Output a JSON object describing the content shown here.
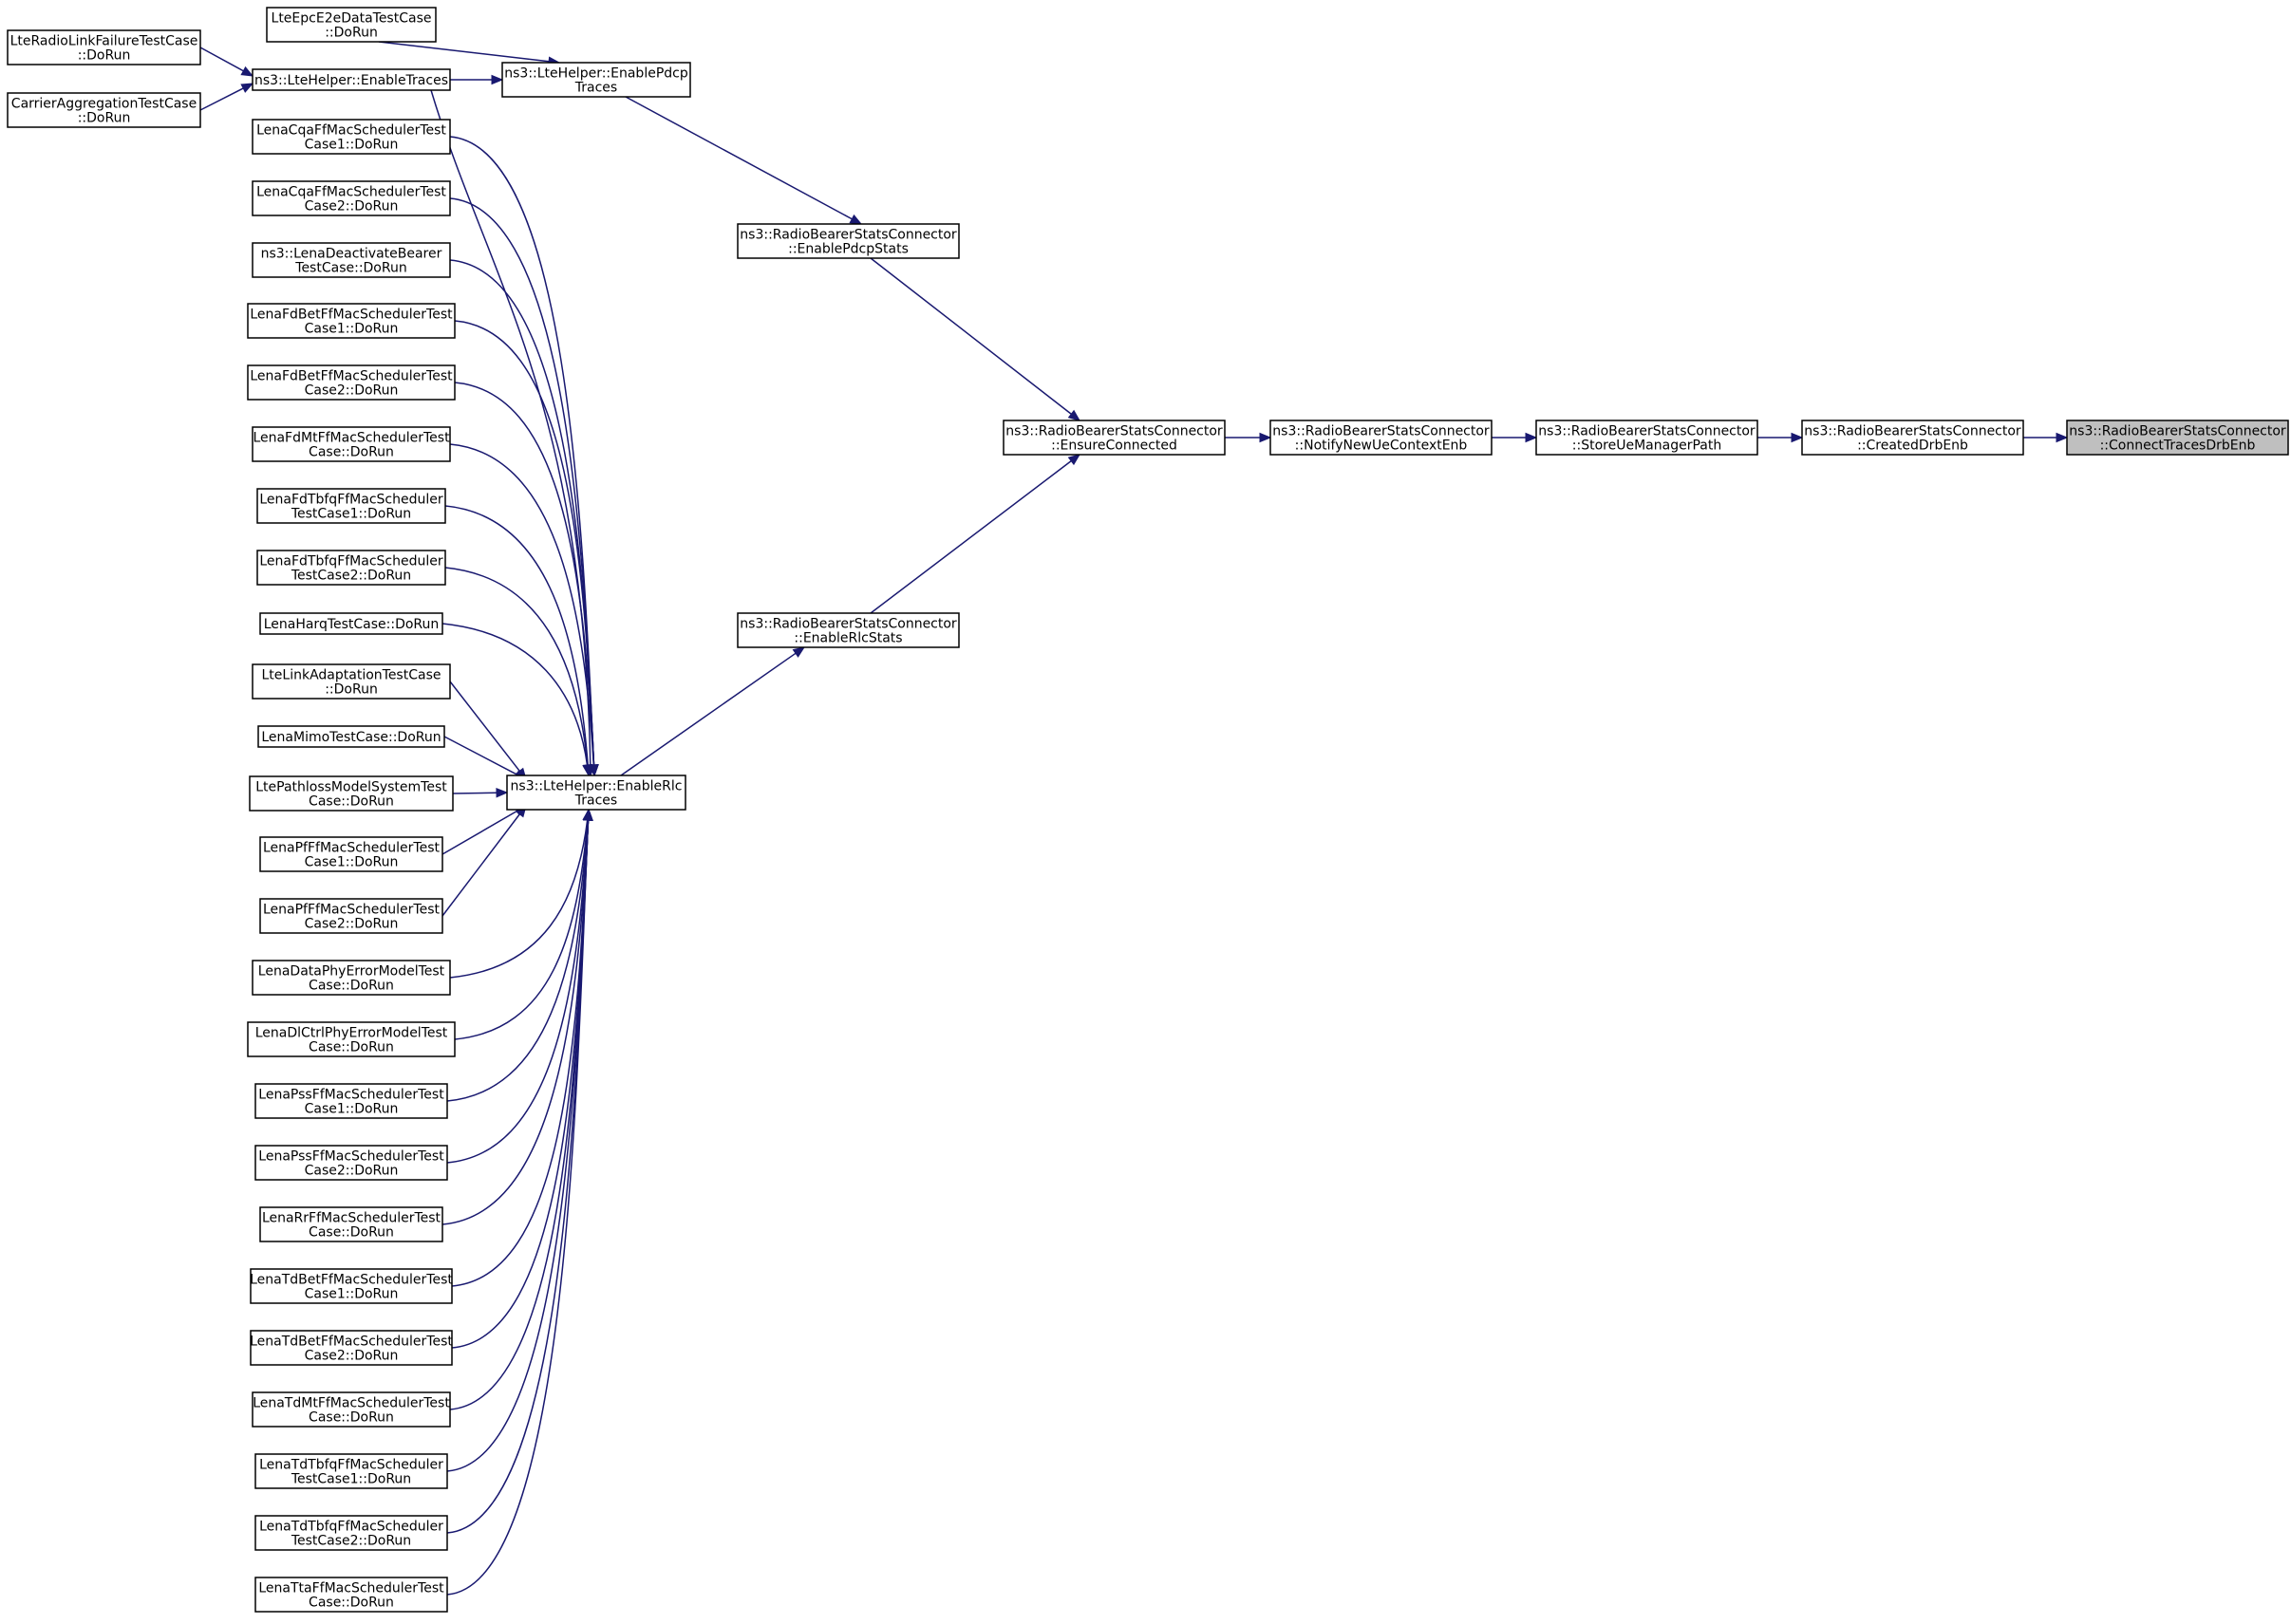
{
  "colors": {
    "edge": "#191970",
    "node_border": "#000000",
    "node_fill": "#ffffff",
    "highlight_fill": "#bfbfbf"
  },
  "nodes": [
    {
      "id": "connect",
      "label": [
        "ns3::RadioBearerStatsConnector",
        "::ConnectTracesDrbEnb"
      ],
      "highlight": true
    },
    {
      "id": "created",
      "label": [
        "ns3::RadioBearerStatsConnector",
        "::CreatedDrbEnb"
      ]
    },
    {
      "id": "store",
      "label": [
        "ns3::RadioBearerStatsConnector",
        "::StoreUeManagerPath"
      ]
    },
    {
      "id": "notify",
      "label": [
        "ns3::RadioBearerStatsConnector",
        "::NotifyNewUeContextEnb"
      ]
    },
    {
      "id": "ensure",
      "label": [
        "ns3::RadioBearerStatsConnector",
        "::EnsureConnected"
      ]
    },
    {
      "id": "pdcpstats",
      "label": [
        "ns3::RadioBearerStatsConnector",
        "::EnablePdcpStats"
      ]
    },
    {
      "id": "rlcstats",
      "label": [
        "ns3::RadioBearerStatsConnector",
        "::EnableRlcStats"
      ]
    },
    {
      "id": "pdcptraces",
      "label": [
        "ns3::LteHelper::EnablePdcp",
        "Traces"
      ]
    },
    {
      "id": "rlctraces",
      "label": [
        "ns3::LteHelper::EnableRlc",
        "Traces"
      ]
    },
    {
      "id": "enabletraces",
      "label": [
        "ns3::LteHelper::EnableTraces"
      ]
    },
    {
      "id": "epce2e",
      "label": [
        "LteEpcE2eDataTestCase",
        "::DoRun"
      ]
    },
    {
      "id": "rlf",
      "label": [
        "LteRadioLinkFailureTestCase",
        "::DoRun"
      ]
    },
    {
      "id": "carrier",
      "label": [
        "CarrierAggregationTestCase",
        "::DoRun"
      ]
    },
    {
      "id": "cqa1",
      "label": [
        "LenaCqaFfMacSchedulerTest",
        "Case1::DoRun"
      ]
    },
    {
      "id": "cqa2",
      "label": [
        "LenaCqaFfMacSchedulerTest",
        "Case2::DoRun"
      ]
    },
    {
      "id": "deact",
      "label": [
        "ns3::LenaDeactivateBearer",
        "TestCase::DoRun"
      ]
    },
    {
      "id": "fdbet1",
      "label": [
        "LenaFdBetFfMacSchedulerTest",
        "Case1::DoRun"
      ]
    },
    {
      "id": "fdbet2",
      "label": [
        "LenaFdBetFfMacSchedulerTest",
        "Case2::DoRun"
      ]
    },
    {
      "id": "fdmt",
      "label": [
        "LenaFdMtFfMacSchedulerTest",
        "Case::DoRun"
      ]
    },
    {
      "id": "fdtbfq1",
      "label": [
        "LenaFdTbfqFfMacScheduler",
        "TestCase1::DoRun"
      ]
    },
    {
      "id": "fdtbfq2",
      "label": [
        "LenaFdTbfqFfMacScheduler",
        "TestCase2::DoRun"
      ]
    },
    {
      "id": "harq",
      "label": [
        "LenaHarqTestCase::DoRun"
      ]
    },
    {
      "id": "linkadapt",
      "label": [
        "LteLinkAdaptationTestCase",
        "::DoRun"
      ]
    },
    {
      "id": "mimo",
      "label": [
        "LenaMimoTestCase::DoRun"
      ]
    },
    {
      "id": "pathloss",
      "label": [
        "LtePathlossModelSystemTest",
        "Case::DoRun"
      ]
    },
    {
      "id": "pf1",
      "label": [
        "LenaPfFfMacSchedulerTest",
        "Case1::DoRun"
      ]
    },
    {
      "id": "pf2",
      "label": [
        "LenaPfFfMacSchedulerTest",
        "Case2::DoRun"
      ]
    },
    {
      "id": "dataphy",
      "label": [
        "LenaDataPhyErrorModelTest",
        "Case::DoRun"
      ]
    },
    {
      "id": "dlctrl",
      "label": [
        "LenaDlCtrlPhyErrorModelTest",
        "Case::DoRun"
      ]
    },
    {
      "id": "pss1",
      "label": [
        "LenaPssFfMacSchedulerTest",
        "Case1::DoRun"
      ]
    },
    {
      "id": "pss2",
      "label": [
        "LenaPssFfMacSchedulerTest",
        "Case2::DoRun"
      ]
    },
    {
      "id": "rr",
      "label": [
        "LenaRrFfMacSchedulerTest",
        "Case::DoRun"
      ]
    },
    {
      "id": "tdbet1",
      "label": [
        "LenaTdBetFfMacSchedulerTest",
        "Case1::DoRun"
      ]
    },
    {
      "id": "tdbet2",
      "label": [
        "LenaTdBetFfMacSchedulerTest",
        "Case2::DoRun"
      ]
    },
    {
      "id": "tdmt",
      "label": [
        "LenaTdMtFfMacSchedulerTest",
        "Case::DoRun"
      ]
    },
    {
      "id": "tdtbfq1",
      "label": [
        "LenaTdTbfqFfMacScheduler",
        "TestCase1::DoRun"
      ]
    },
    {
      "id": "tdtbfq2",
      "label": [
        "LenaTdTbfqFfMacScheduler",
        "TestCase2::DoRun"
      ]
    },
    {
      "id": "tta",
      "label": [
        "LenaTtaFfMacSchedulerTest",
        "Case::DoRun"
      ]
    }
  ],
  "edges": [
    {
      "from": "created",
      "to": "connect"
    },
    {
      "from": "store",
      "to": "created"
    },
    {
      "from": "notify",
      "to": "store"
    },
    {
      "from": "ensure",
      "to": "notify"
    },
    {
      "from": "pdcpstats",
      "to": "ensure"
    },
    {
      "from": "rlcstats",
      "to": "ensure"
    },
    {
      "from": "pdcptraces",
      "to": "pdcpstats"
    },
    {
      "from": "rlctraces",
      "to": "rlcstats"
    },
    {
      "from": "enabletraces",
      "to": "pdcptraces"
    },
    {
      "from": "epce2e",
      "to": "pdcptraces"
    },
    {
      "from": "rlf",
      "to": "enabletraces"
    },
    {
      "from": "carrier",
      "to": "enabletraces"
    },
    {
      "from": "enabletraces",
      "to": "rlctraces"
    },
    {
      "from": "cqa1",
      "to": "rlctraces"
    },
    {
      "from": "cqa2",
      "to": "rlctraces"
    },
    {
      "from": "deact",
      "to": "rlctraces"
    },
    {
      "from": "fdbet1",
      "to": "rlctraces"
    },
    {
      "from": "fdbet2",
      "to": "rlctraces"
    },
    {
      "from": "fdmt",
      "to": "rlctraces"
    },
    {
      "from": "fdtbfq1",
      "to": "rlctraces"
    },
    {
      "from": "fdtbfq2",
      "to": "rlctraces"
    },
    {
      "from": "harq",
      "to": "rlctraces"
    },
    {
      "from": "linkadapt",
      "to": "rlctraces"
    },
    {
      "from": "mimo",
      "to": "rlctraces"
    },
    {
      "from": "pathloss",
      "to": "rlctraces"
    },
    {
      "from": "pf1",
      "to": "rlctraces"
    },
    {
      "from": "pf2",
      "to": "rlctraces"
    },
    {
      "from": "dataphy",
      "to": "rlctraces"
    },
    {
      "from": "dlctrl",
      "to": "rlctraces"
    },
    {
      "from": "pss1",
      "to": "rlctraces"
    },
    {
      "from": "pss2",
      "to": "rlctraces"
    },
    {
      "from": "rr",
      "to": "rlctraces"
    },
    {
      "from": "tdbet1",
      "to": "rlctraces"
    },
    {
      "from": "tdbet2",
      "to": "rlctraces"
    },
    {
      "from": "tdmt",
      "to": "rlctraces"
    },
    {
      "from": "tdtbfq1",
      "to": "rlctraces"
    },
    {
      "from": "tdtbfq2",
      "to": "rlctraces"
    },
    {
      "from": "tta",
      "to": "rlctraces"
    }
  ]
}
